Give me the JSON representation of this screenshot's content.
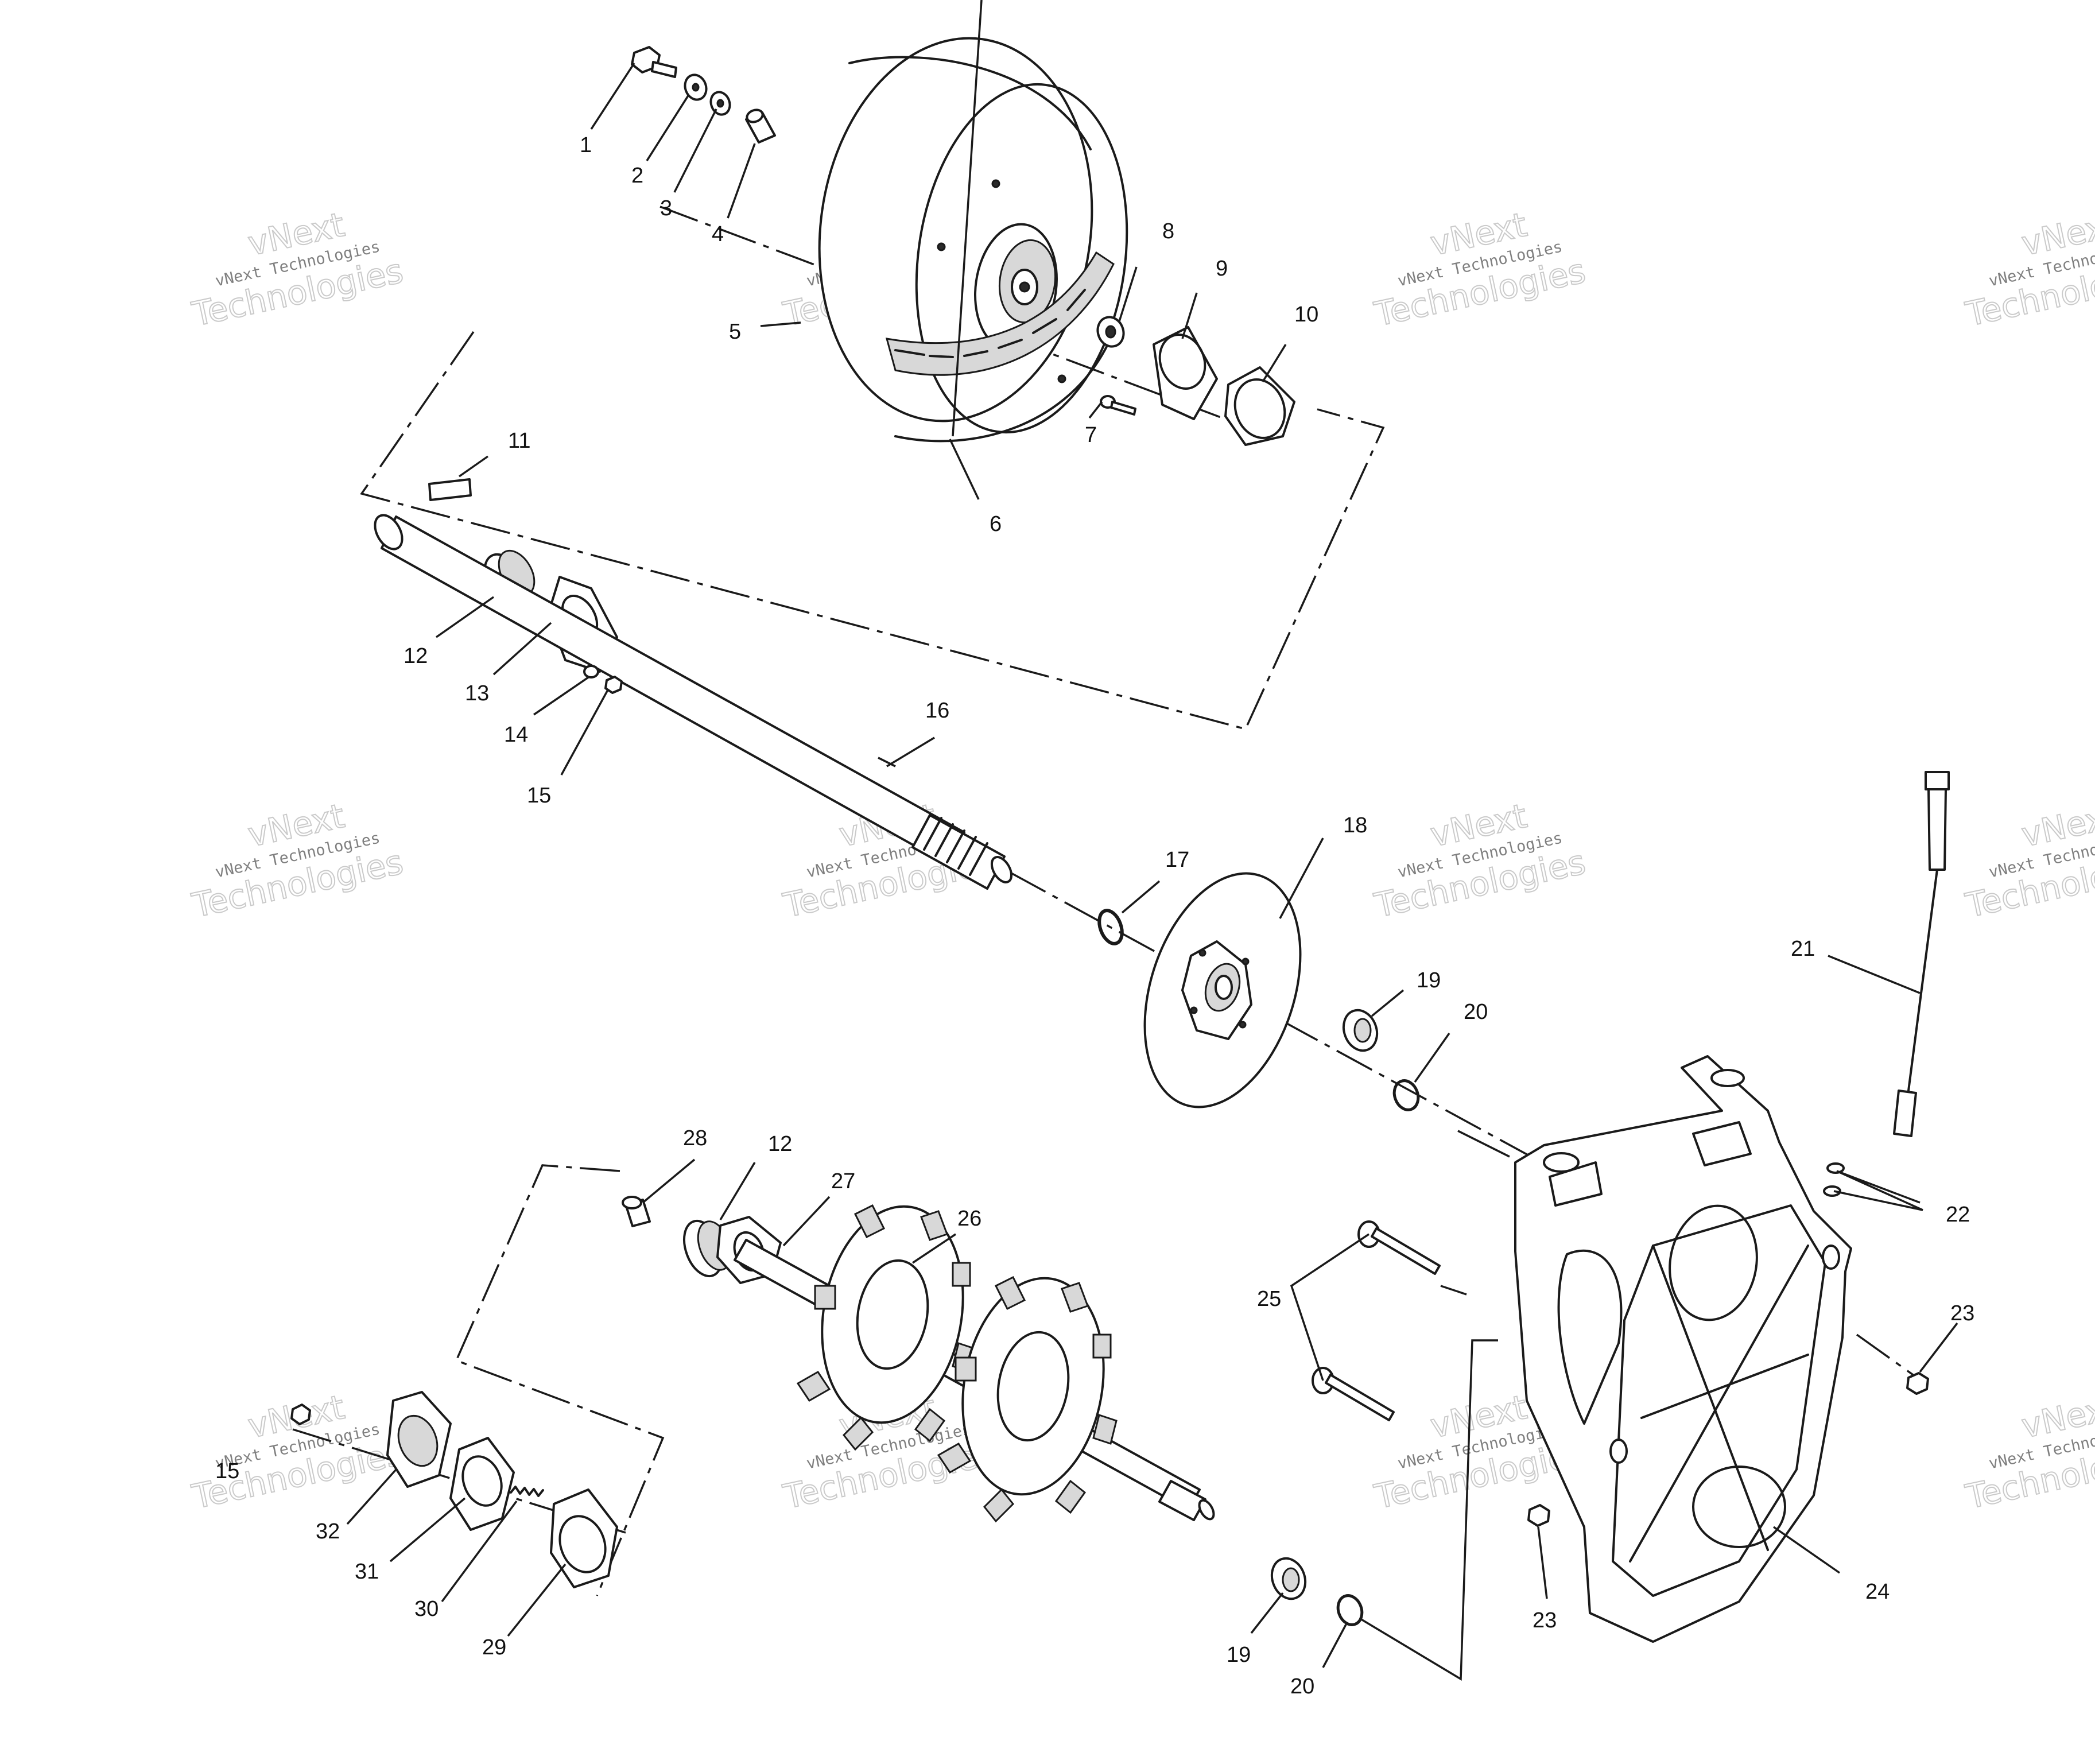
{
  "watermark": {
    "line1": "vNext",
    "line2": "vNext Technologies",
    "line3": "Technologies"
  },
  "callouts": [
    {
      "id": "c1",
      "label": "1"
    },
    {
      "id": "c2",
      "label": "2"
    },
    {
      "id": "c3",
      "label": "3"
    },
    {
      "id": "c4",
      "label": "4"
    },
    {
      "id": "c5",
      "label": "5"
    },
    {
      "id": "c6",
      "label": "6"
    },
    {
      "id": "c7",
      "label": "7"
    },
    {
      "id": "c8",
      "label": "8"
    },
    {
      "id": "c9",
      "label": "9"
    },
    {
      "id": "c10",
      "label": "10"
    },
    {
      "id": "c11",
      "label": "11"
    },
    {
      "id": "c12a",
      "label": "12"
    },
    {
      "id": "c13",
      "label": "13"
    },
    {
      "id": "c14",
      "label": "14"
    },
    {
      "id": "c15a",
      "label": "15"
    },
    {
      "id": "c16",
      "label": "16"
    },
    {
      "id": "c17",
      "label": "17"
    },
    {
      "id": "c18",
      "label": "18"
    },
    {
      "id": "c19a",
      "label": "19"
    },
    {
      "id": "c20a",
      "label": "20"
    },
    {
      "id": "c21",
      "label": "21"
    },
    {
      "id": "c22",
      "label": "22"
    },
    {
      "id": "c23a",
      "label": "23"
    },
    {
      "id": "c23b",
      "label": "23"
    },
    {
      "id": "c24",
      "label": "24"
    },
    {
      "id": "c25",
      "label": "25"
    },
    {
      "id": "c26",
      "label": "26"
    },
    {
      "id": "c27",
      "label": "27"
    },
    {
      "id": "c28",
      "label": "28"
    },
    {
      "id": "c12b",
      "label": "12"
    },
    {
      "id": "c15b",
      "label": "15"
    },
    {
      "id": "c32",
      "label": "32"
    },
    {
      "id": "c31",
      "label": "31"
    },
    {
      "id": "c30",
      "label": "30"
    },
    {
      "id": "c29",
      "label": "29"
    },
    {
      "id": "c19b",
      "label": "19"
    },
    {
      "id": "c20b",
      "label": "20"
    }
  ]
}
